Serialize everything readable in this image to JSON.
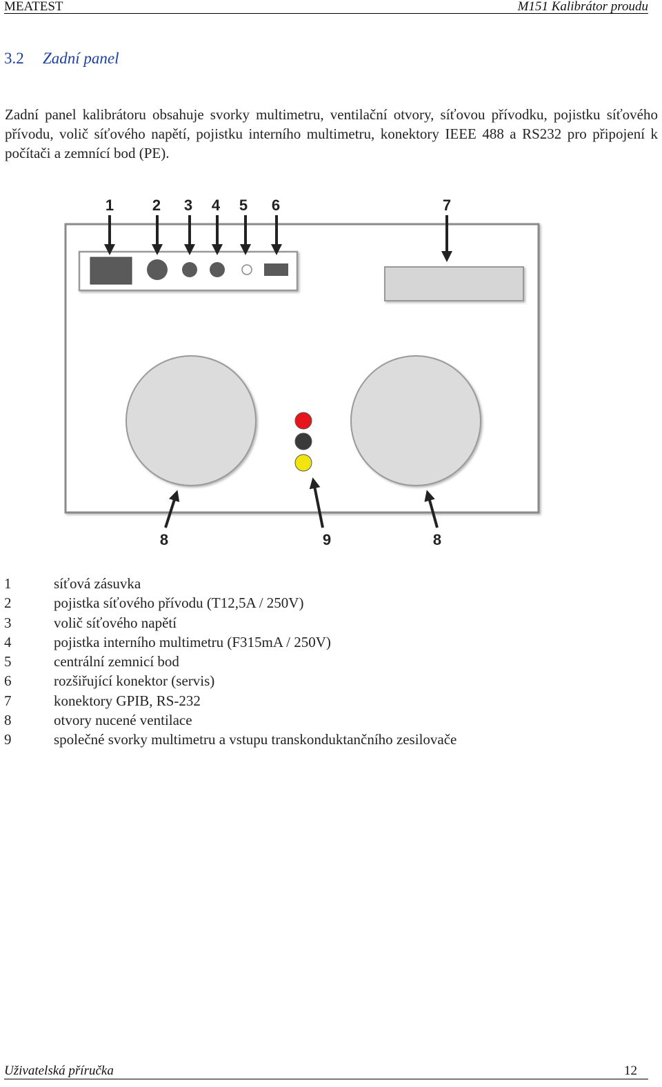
{
  "header": {
    "left": "MEATEST",
    "right": "M151 Kalibrátor proudu"
  },
  "section": {
    "number": "3.2",
    "title": "Zadní panel"
  },
  "intro": "Zadní panel kalibrátoru obsahuje svorky multimetru, ventilační otvory, síťovou přívodku, pojistku síťového přívodu, volič síťového napětí, pojistku interního multimetru, konektory IEEE 488 a RS232 pro připojení k počítači a zemnící bod (PE).",
  "diagram": {
    "top_labels": [
      "1",
      "2",
      "3",
      "4",
      "5",
      "6",
      "7"
    ],
    "bottom_labels": [
      "8",
      "9",
      "8"
    ],
    "terminal_colors": [
      "#e8141c",
      "#3a3a3a",
      "#f2e40f"
    ]
  },
  "legend": [
    {
      "n": "1",
      "text": "síťová zásuvka"
    },
    {
      "n": "2",
      "text": "pojistka síťového přívodu (T12,5A / 250V)"
    },
    {
      "n": "3",
      "text": "volič síťového napětí"
    },
    {
      "n": "4",
      "text": "pojistka interního multimetru (F315mA / 250V)"
    },
    {
      "n": "5",
      "text": "centrální zemnicí bod"
    },
    {
      "n": "6",
      "text": "rozšiřující konektor (servis)"
    },
    {
      "n": "7",
      "text": "konektory GPIB, RS-232"
    },
    {
      "n": "8",
      "text": "otvory nucené ventilace"
    },
    {
      "n": "9",
      "text": "společné svorky multimetru a vstupu transkonduktančního zesilovače"
    }
  ],
  "footer": {
    "left": "Uživatelská příručka",
    "right": "12"
  }
}
